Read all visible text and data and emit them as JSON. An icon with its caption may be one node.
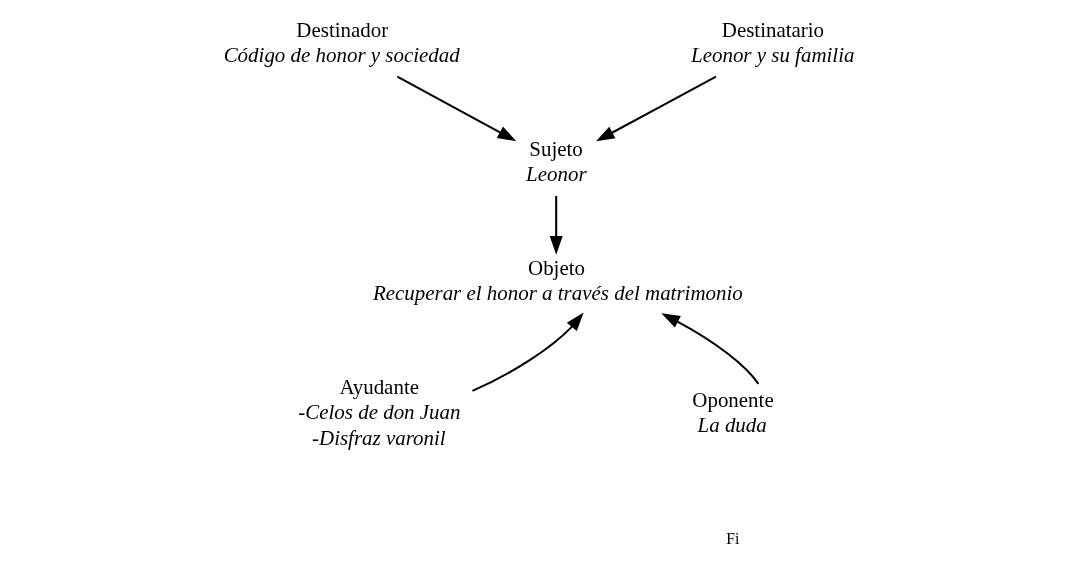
{
  "diagram": {
    "nodes": [
      {
        "text": [
          "Destinador",
          "Código de honor y sociedad"
        ]
      },
      {
        "text": [
          "Destinatario",
          "Leonor y su familia"
        ]
      },
      {
        "text": [
          "Sujeto",
          "Leonor"
        ]
      },
      {
        "text": [
          "Objeto",
          "Recuperar el honor a través del matrimonio"
        ]
      },
      {
        "text": [
          "Ayudante",
          "-Celos de don Juan",
          "-Disfraz varonil"
        ]
      },
      {
        "text": [
          "Oponente",
          "La duda"
        ]
      }
    ],
    "edges": [
      {
        "from": 0,
        "to": 2,
        "arrow": "to"
      },
      {
        "from": 1,
        "to": 2,
        "arrow": "to"
      },
      {
        "from": 2,
        "to": 3,
        "arrow": "to"
      },
      {
        "from": 4,
        "to": 3,
        "arrow": "to"
      },
      {
        "from": 5,
        "to": 3,
        "arrow": "to"
      }
    ],
    "labels": [
      "Fi"
    ]
  }
}
